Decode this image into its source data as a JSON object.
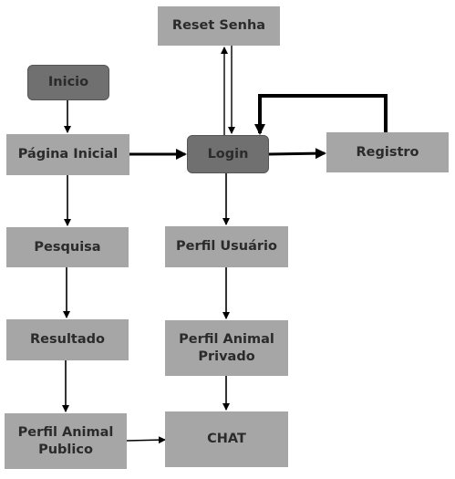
{
  "nodes": {
    "inicio": "Inicio",
    "pagina_inicial": "Página Inicial",
    "login": "Login",
    "registro": "Registro",
    "reset_senha": "Reset Senha",
    "pesquisa": "Pesquisa",
    "resultado": "Resultado",
    "perfil_publico": "Perfil Animal\nPublico",
    "perfil_usuario": "Perfil Usuário",
    "perfil_privado": "Perfil Animal\nPrivado",
    "chat": "CHAT"
  },
  "colors": {
    "box": "#a6a6a6",
    "box_dark": "#707070",
    "arrow": "#000000"
  }
}
